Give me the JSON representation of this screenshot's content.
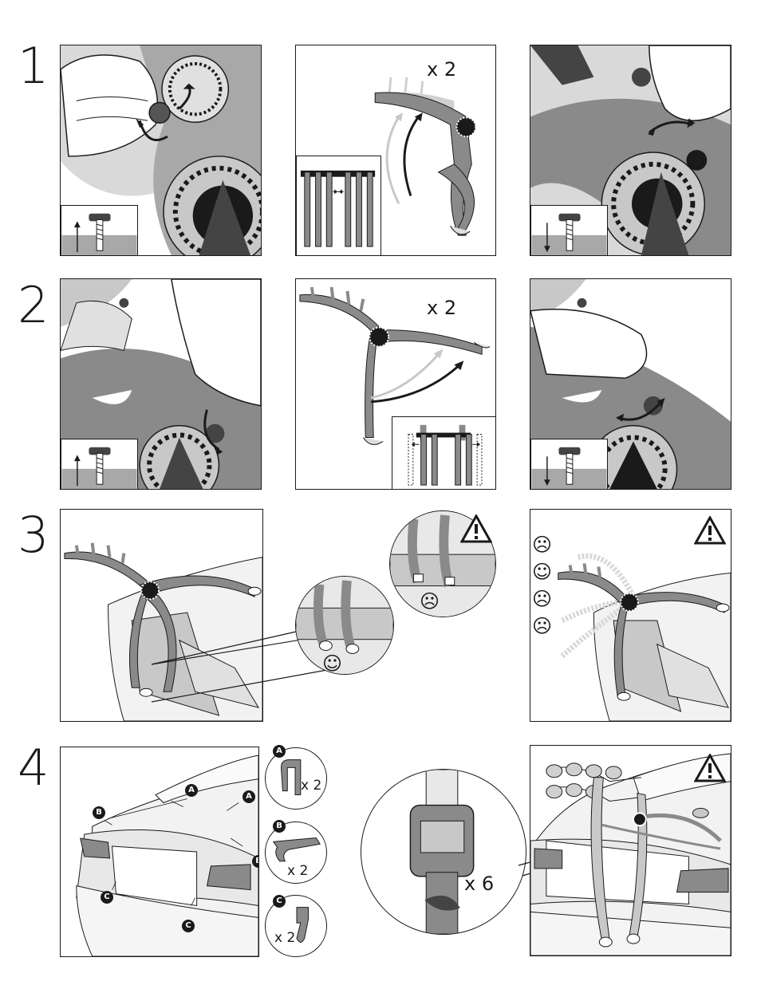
{
  "steps": [
    {
      "number": "1"
    },
    {
      "number": "2"
    },
    {
      "number": "3"
    },
    {
      "number": "4"
    }
  ],
  "step1": {
    "multiplier": "x 2"
  },
  "step2": {
    "multiplier": "x 2"
  },
  "step4": {
    "clips": [
      {
        "letter": "A",
        "count": "x 2"
      },
      {
        "letter": "B",
        "count": "x 2"
      },
      {
        "letter": "C",
        "count": "x 2"
      }
    ],
    "car_markers": [
      "A",
      "A",
      "B",
      "B",
      "C",
      "C"
    ],
    "strap_multiplier": "x 6"
  },
  "icons": {
    "warning": "warning-triangle-icon",
    "happy": "smiley-face-icon",
    "sad": "frowny-face-icon"
  },
  "colors": {
    "arm_gray": "#8a8a8a",
    "light_gray": "#c8c8c8",
    "mid_gray": "#a8a8a8",
    "dark": "#1a1a1a"
  }
}
